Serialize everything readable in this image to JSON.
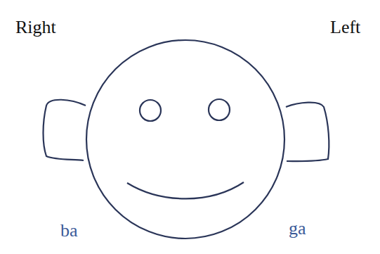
{
  "diagram": {
    "labels": [
      "Right",
      "Left",
      "ba",
      "ga"
    ]
  }
}
